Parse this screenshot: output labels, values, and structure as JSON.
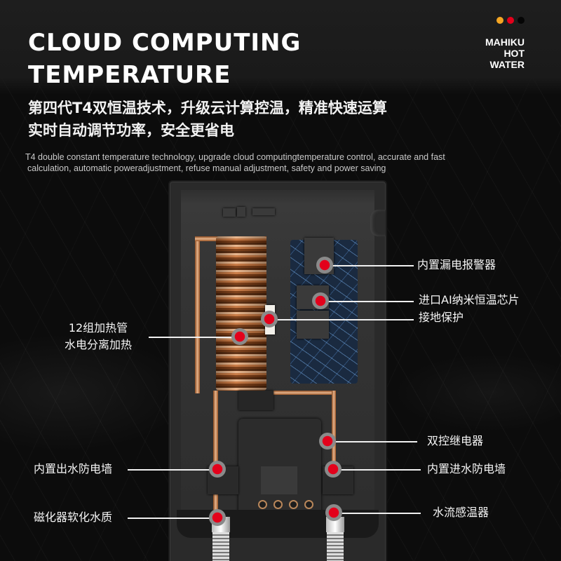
{
  "header": {
    "title_lines": [
      "CLOUD COMPUTING",
      "TEMPERATURE"
    ],
    "brand": {
      "dots": [
        {
          "name": "orange-dot",
          "color": "#f5a623"
        },
        {
          "name": "red-dot",
          "color": "#e3001b"
        },
        {
          "name": "black-dot",
          "color": "#050505"
        }
      ],
      "lines": [
        "MAHIKU",
        "HOT",
        "WATER"
      ]
    }
  },
  "subtitle": {
    "lines": [
      "第四代T4双恒温技术，升级云计算控温，精准快速运算",
      "实时自动调节功率，安全更省电"
    ]
  },
  "english": {
    "lines": [
      "T4 double constant temperature technology, upgrade cloud computingtemperature control, accurate and fast",
      "calculation, automatic poweradjustment, refuse manual adjustment, safety and power saving"
    ]
  },
  "colors": {
    "marker": "#e3001b",
    "marker_ring": "#8a8a8a",
    "text": "#ffffff",
    "copper": "#c9773f"
  },
  "callouts": {
    "leakage_alarm": {
      "label": "内置漏电报警器"
    },
    "ai_chip": {
      "label": "进口AI纳米恒温芯片"
    },
    "grounding": {
      "label": "接地保护"
    },
    "heating_tubes": {
      "lines": [
        "12组加热管",
        "水电分离加热"
      ]
    },
    "dual_relay": {
      "label": "双控继电器"
    },
    "outlet_wall": {
      "label": "内置出水防电墙"
    },
    "inlet_wall": {
      "label": "内置进水防电墙"
    },
    "magnetizer": {
      "label": "磁化器软化水质"
    },
    "flow_sensor": {
      "label": "水流感温器"
    }
  }
}
